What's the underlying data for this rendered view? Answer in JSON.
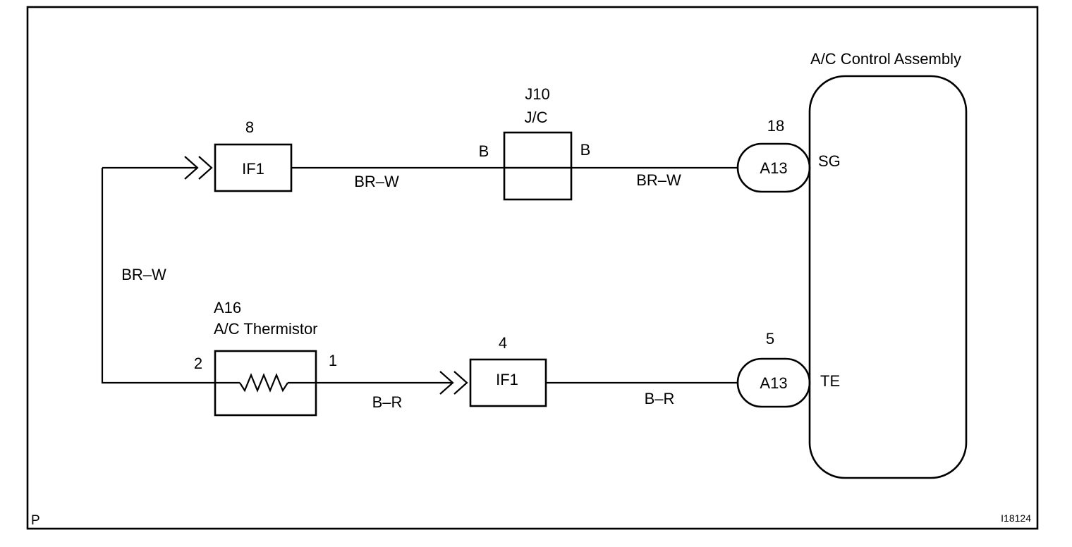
{
  "diagram": {
    "page_code": "P",
    "figure_id": "I18124",
    "components": {
      "ac_control": {
        "title": "A/C Control Assembly"
      },
      "connector_top": {
        "id": "A13",
        "pin": "18",
        "terminal": "SG"
      },
      "connector_bottom": {
        "id": "A13",
        "pin": "5",
        "terminal": "TE"
      },
      "junction": {
        "id": "J10",
        "name": "J/C",
        "left_pin": "B",
        "right_pin": "B"
      },
      "if1_top": {
        "id": "IF1",
        "pin": "8"
      },
      "if1_bottom": {
        "id": "IF1",
        "pin": "4"
      },
      "thermistor": {
        "id": "A16",
        "name": "A/C Thermistor",
        "left_pin": "2",
        "right_pin": "1"
      }
    },
    "wires": {
      "top_left": "BR–W",
      "top_right": "BR–W",
      "vertical": "BR–W",
      "bottom_left": "B–R",
      "bottom_right": "B–R"
    }
  }
}
